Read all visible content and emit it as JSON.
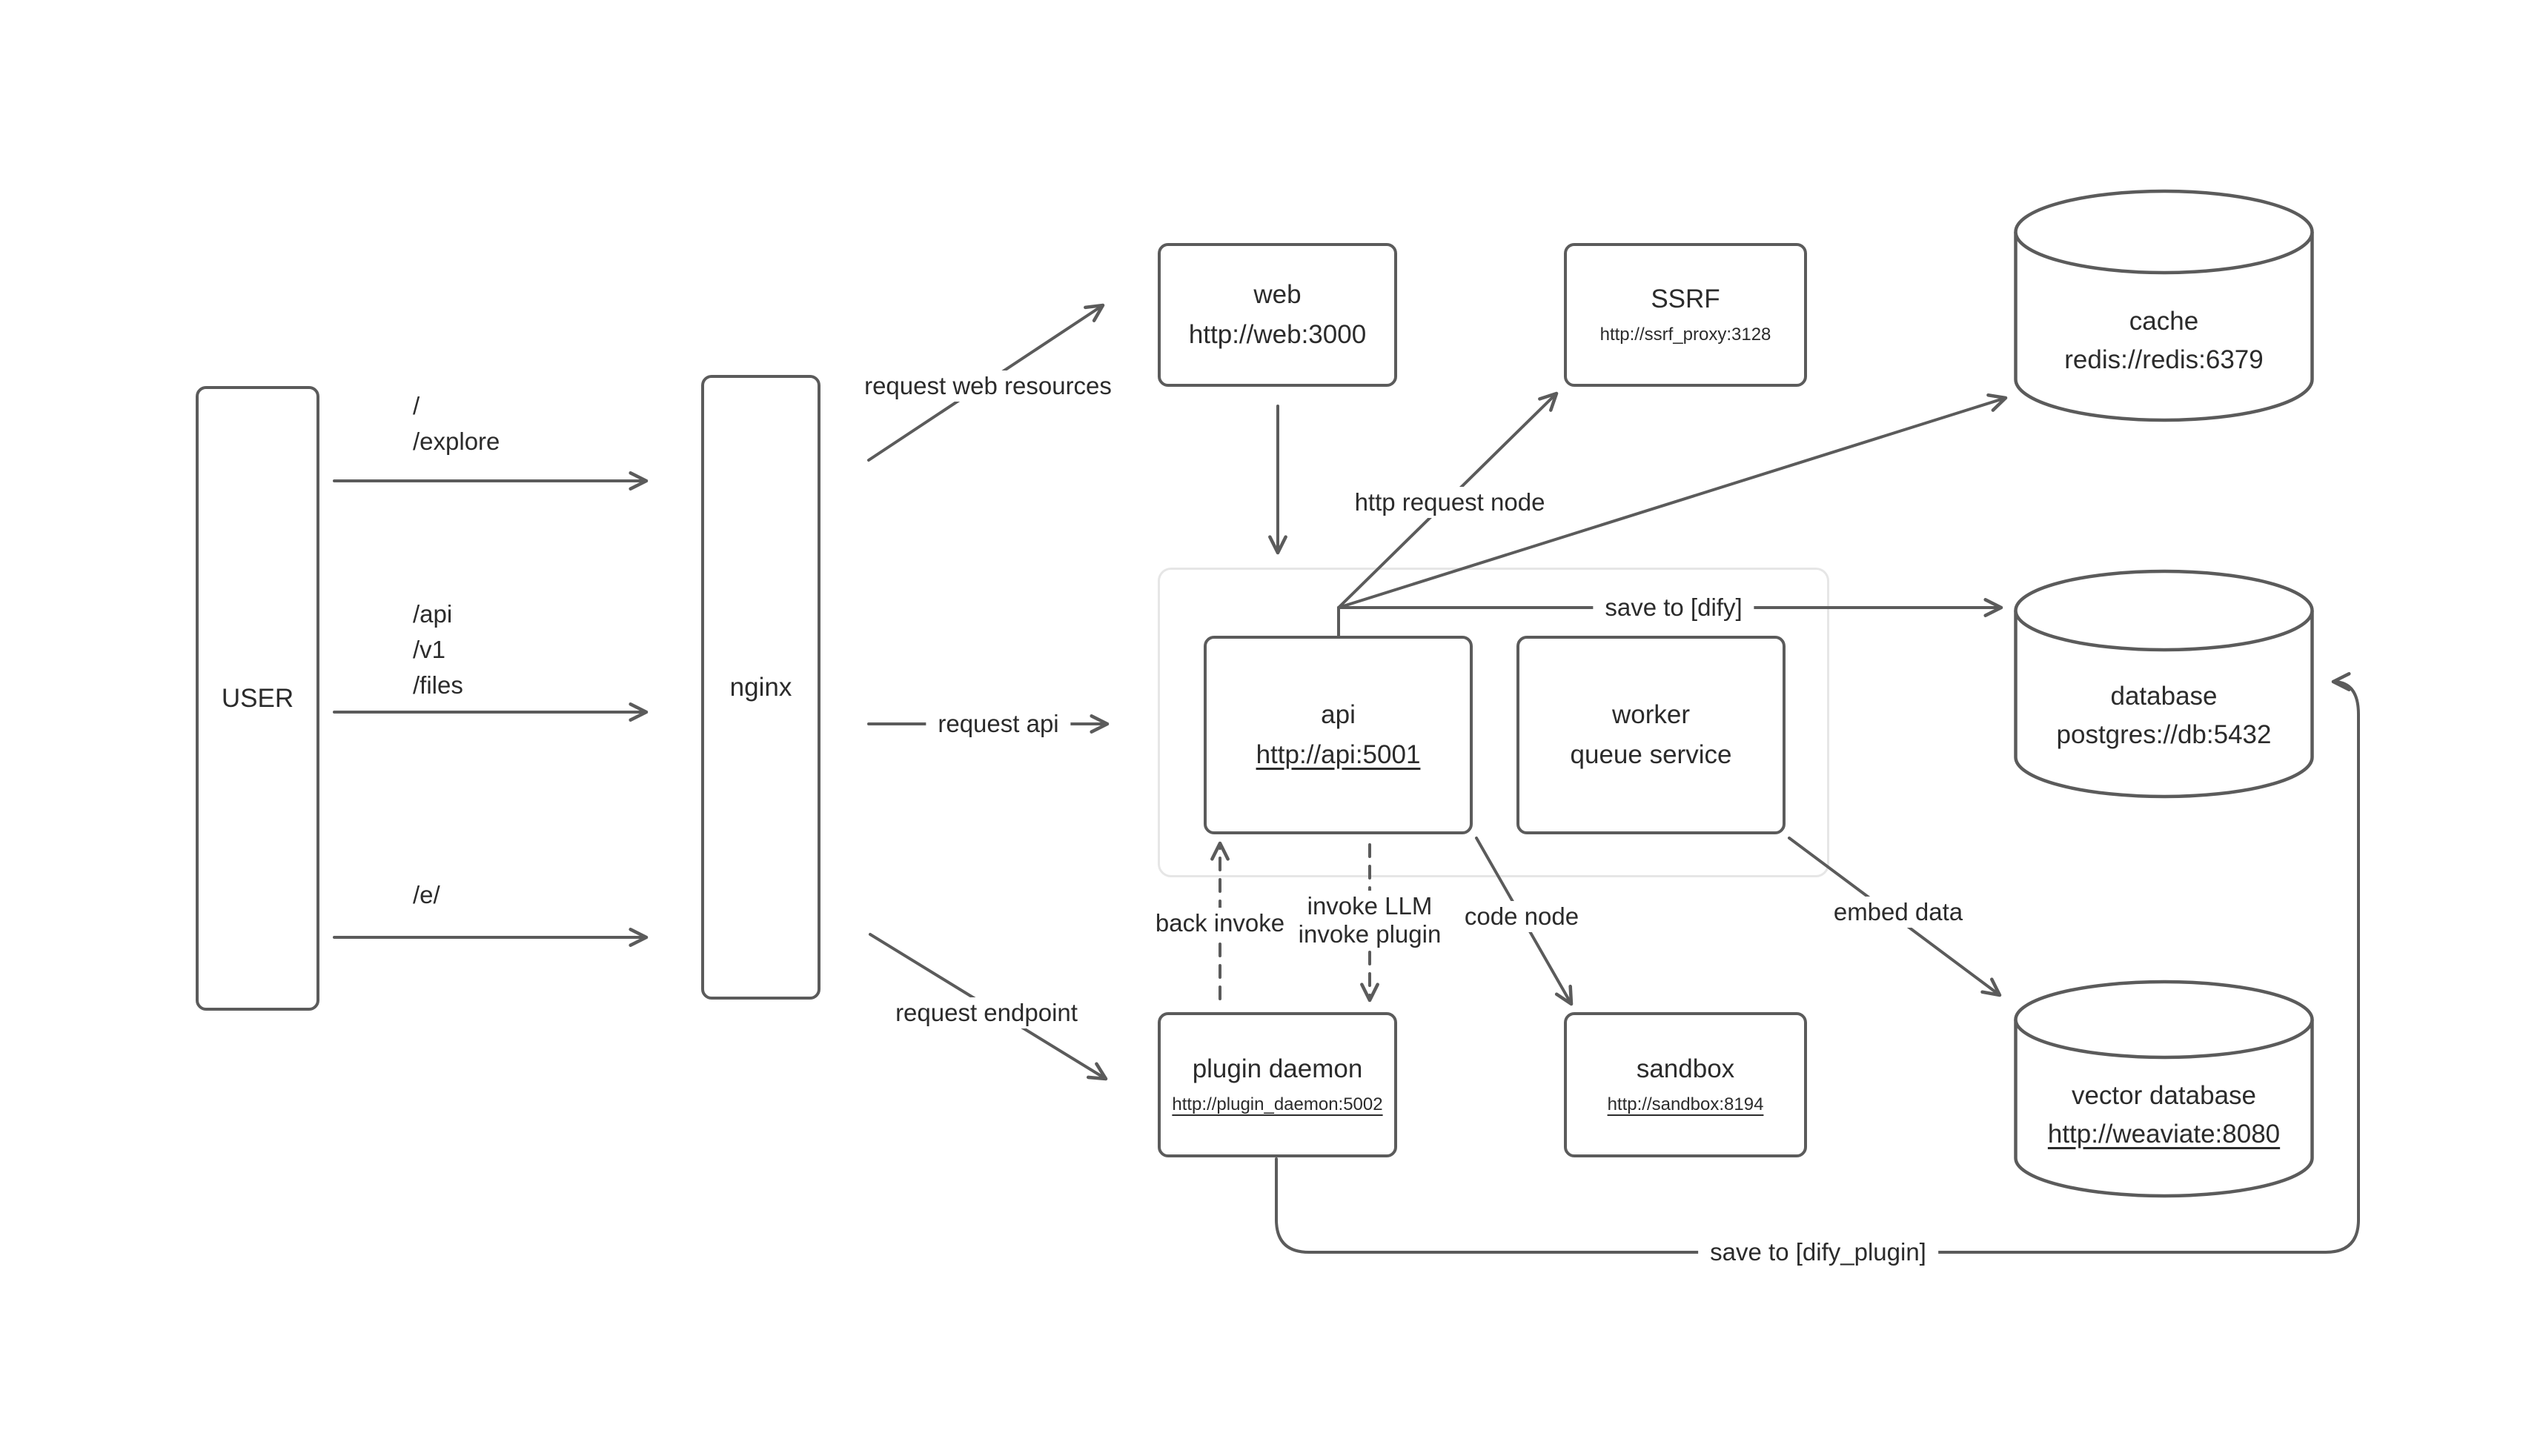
{
  "colors": {
    "stroke": "#5b5b5b",
    "group_border": "#e6e6e6",
    "text": "#2b2b2b",
    "background": "#ffffff"
  },
  "nodes": {
    "user": {
      "label": "USER"
    },
    "nginx": {
      "label": "nginx"
    },
    "web": {
      "title": "web",
      "url": "http://web:3000"
    },
    "ssrf": {
      "title": "SSRF",
      "url": "http://ssrf_proxy:3128"
    },
    "cache": {
      "title": "cache",
      "url": "redis://redis:6379"
    },
    "api": {
      "title": "api",
      "url": "http://api:5001"
    },
    "worker": {
      "title": "worker",
      "subtitle": "queue service"
    },
    "database": {
      "title": "database",
      "url": "postgres://db:5432"
    },
    "plugin_daemon": {
      "title": "plugin daemon",
      "url": "http://plugin_daemon:5002"
    },
    "sandbox": {
      "title": "sandbox",
      "url": "http://sandbox:8194"
    },
    "vector_database": {
      "title": "vector database",
      "url": "http://weaviate:8080"
    }
  },
  "routes": {
    "root": "/",
    "explore": "/explore",
    "api": "/api",
    "v1": "/v1",
    "files": "/files",
    "e": "/e/"
  },
  "edges": {
    "request_web_resources": "request web resources",
    "request_api": "request api",
    "request_endpoint": "request endpoint",
    "http_request_node": "http request node",
    "save_to_dify": "save to [dify]",
    "back_invoke": "back invoke",
    "invoke_llm": "invoke LLM",
    "invoke_plugin": "invoke plugin",
    "code_node": "code node",
    "embed_data": "embed data",
    "save_to_dify_plugin": "save to [dify_plugin]"
  }
}
